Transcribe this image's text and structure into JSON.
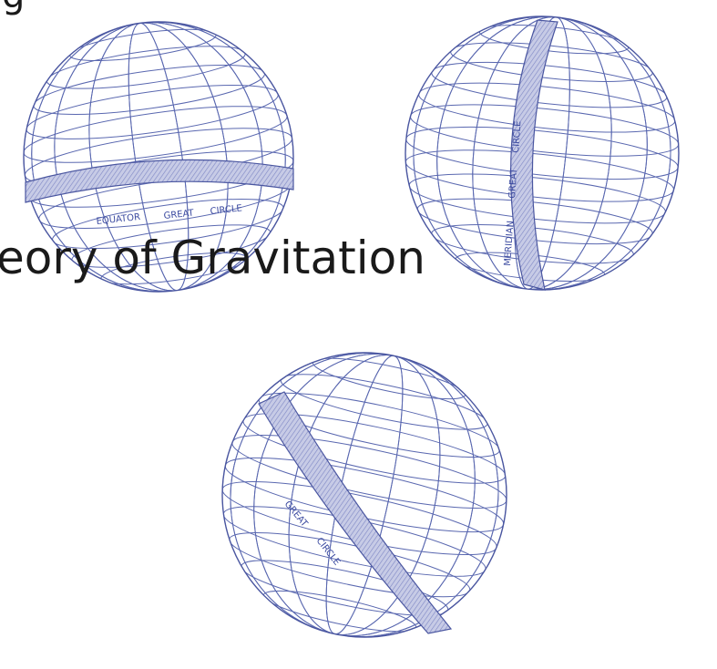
{
  "slide": {
    "title_fragment": "eory of Gravitation",
    "corner_glyph": "g"
  },
  "globes": [
    {
      "id": "equator",
      "label_words": [
        "EQUATOR",
        "GREAT",
        "CIRCLE"
      ]
    },
    {
      "id": "meridian",
      "label_words": [
        "MERIDIAN",
        "GREAT",
        "CIRCLE"
      ]
    },
    {
      "id": "oblique",
      "label_words": [
        "GREAT",
        "CIRCLE"
      ]
    }
  ],
  "colors": {
    "grid": "#5a68b0",
    "band": "#b9bfe0",
    "band_stroke": "#4a56a0",
    "title": "#1a1a1a",
    "label": "#3b4aa0"
  }
}
